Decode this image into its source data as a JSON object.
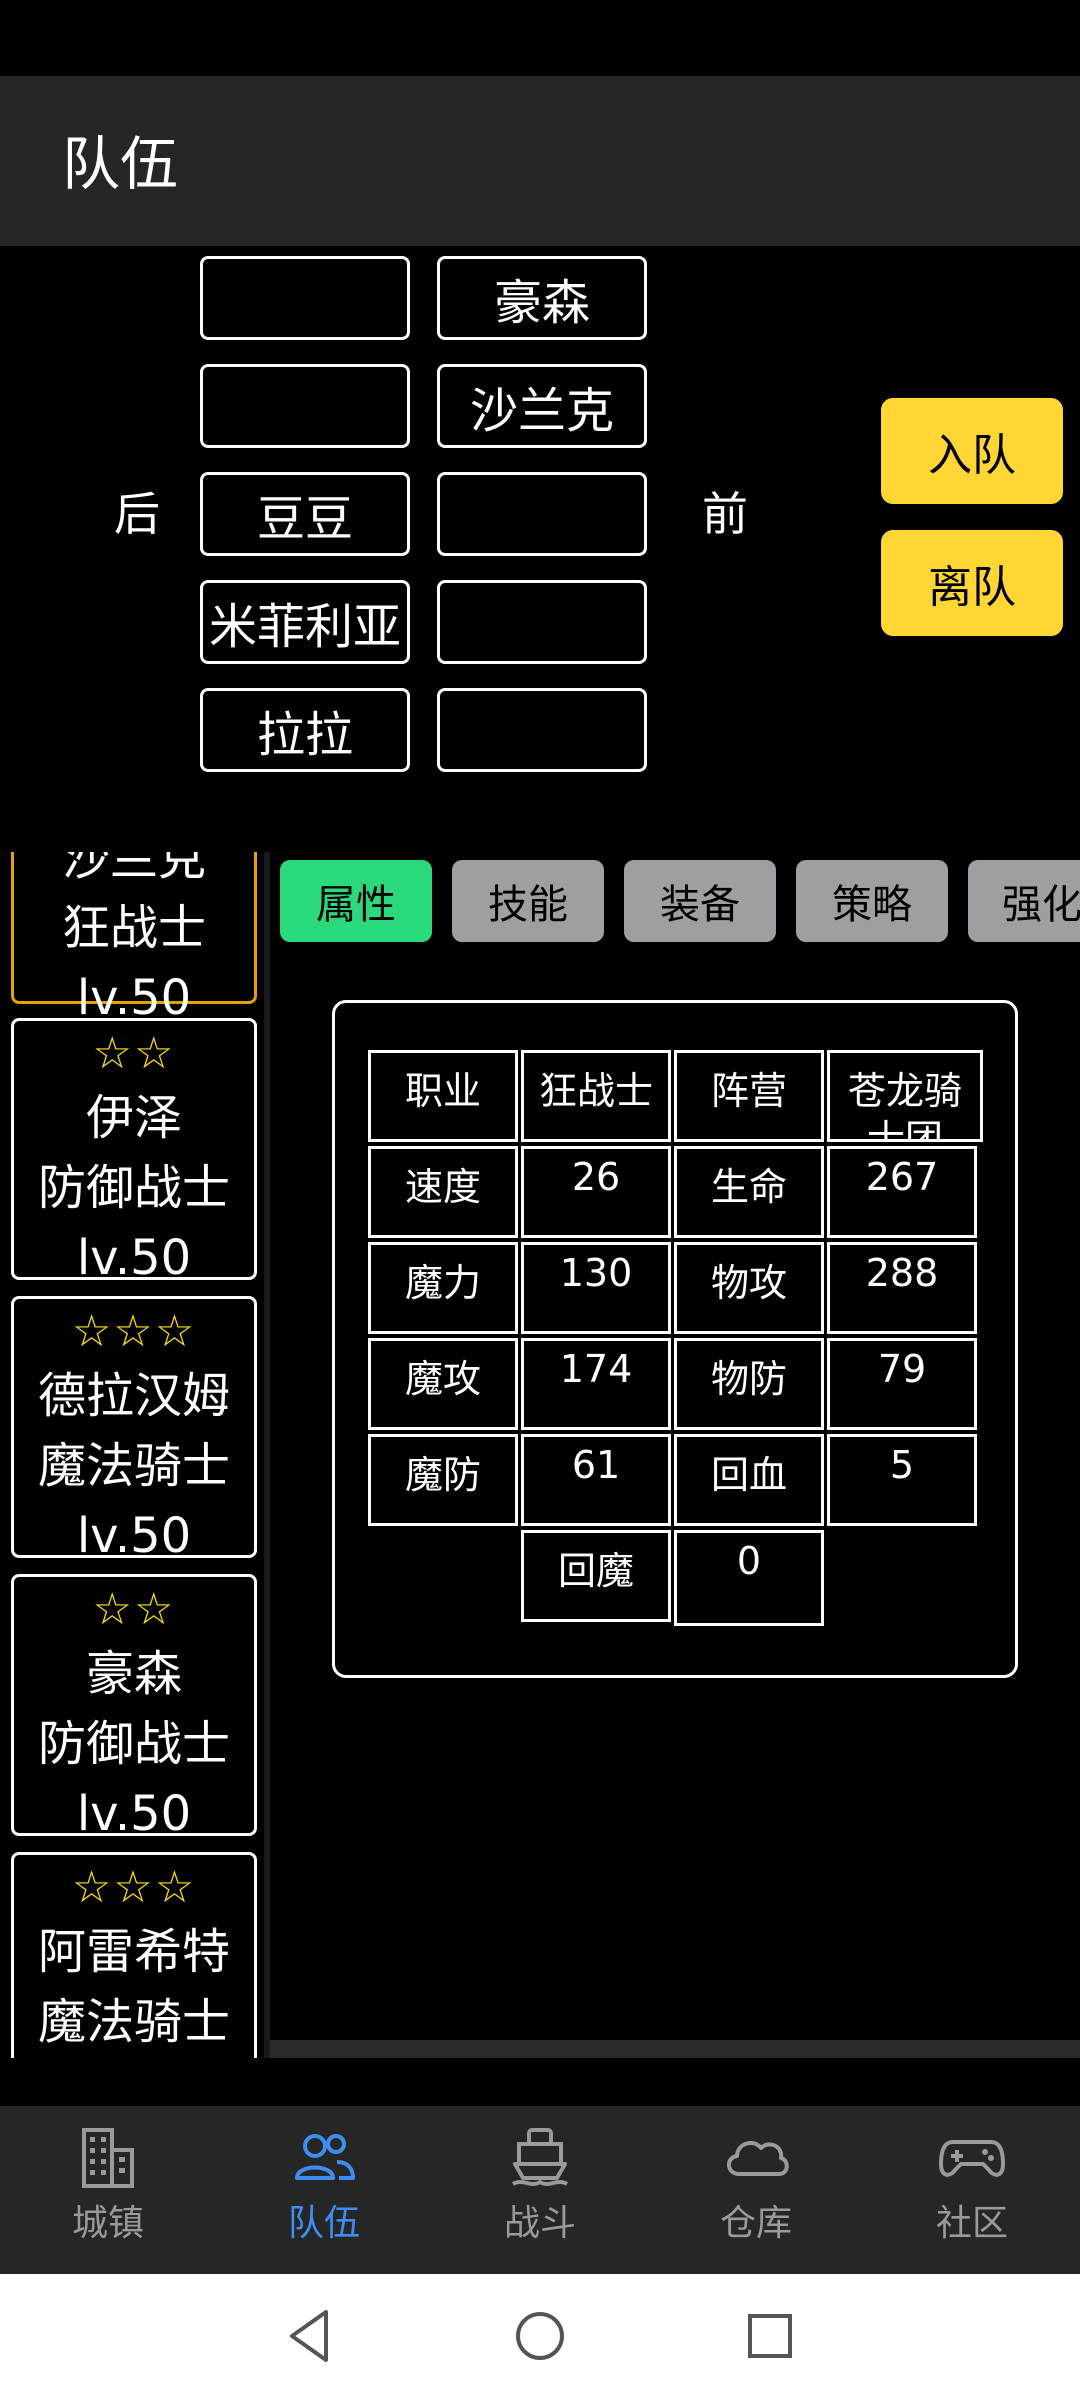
{
  "app_bar": {
    "title": "队伍"
  },
  "formation": {
    "back_label": "后",
    "front_label": "前",
    "back_row": [
      "",
      "",
      "豆豆",
      "米菲利亚",
      "拉拉"
    ],
    "front_row": [
      "豪森",
      "沙兰克",
      "",
      "",
      ""
    ],
    "join_button": "入队",
    "leave_button": "离队"
  },
  "heroes": [
    {
      "stars": "",
      "name": "沙兰克",
      "class": "狂战士",
      "level": "lv.50"
    },
    {
      "stars": "☆☆",
      "name": "伊泽",
      "class": "防御战士",
      "level": "lv.50"
    },
    {
      "stars": "☆☆☆",
      "name": "德拉汉姆",
      "class": "魔法骑士",
      "level": "lv.50"
    },
    {
      "stars": "☆☆",
      "name": "豪森",
      "class": "防御战士",
      "level": "lv.50"
    },
    {
      "stars": "☆☆☆",
      "name": "阿雷希特",
      "class": "魔法骑士",
      "level": ""
    }
  ],
  "tabs": [
    "属性",
    "技能",
    "装备",
    "策略",
    "强化"
  ],
  "stats": {
    "rows": [
      [
        "职业",
        "狂战士",
        "阵营",
        "苍龙骑士团"
      ],
      [
        "速度",
        "26",
        "生命",
        "267"
      ],
      [
        "魔力",
        "130",
        "物攻",
        "288"
      ],
      [
        "魔攻",
        "174",
        "物防",
        "79"
      ],
      [
        "魔防",
        "61",
        "回血",
        "5"
      ]
    ],
    "last_row": [
      "回魔",
      "0"
    ]
  },
  "bottom_nav": {
    "items": [
      "城镇",
      "队伍",
      "战斗",
      "仓库",
      "社区"
    ],
    "active": "队伍"
  },
  "colors": {
    "accent_yellow": "#ffd633",
    "tab_active": "#2bd97d",
    "tab_inactive": "#9e9ea3",
    "nav_active": "#3d8ef0",
    "nav_inactive": "#9a9a9a",
    "selected_card_border": "#e8a100"
  }
}
